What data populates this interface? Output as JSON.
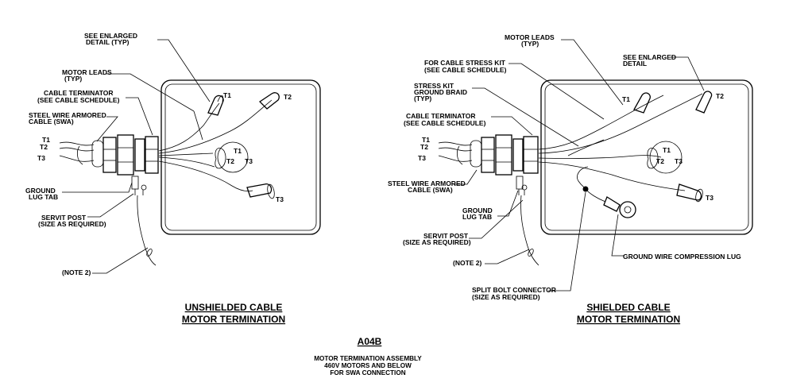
{
  "left": {
    "title_line1": "UNSHIELDED CABLE",
    "title_line2": "MOTOR TERMINATION",
    "labels": {
      "see_enlarged_1": "SEE ENLARGED",
      "see_enlarged_2": "DETAIL (TYP)",
      "motor_leads_1": "MOTOR LEADS",
      "motor_leads_2": "(TYP)",
      "cable_terminator_1": "CABLE TERMINATOR",
      "cable_terminator_2": "(SEE CABLE SCHEDULE)",
      "swa_1": "STEEL WIRE ARMORED",
      "swa_2": "CABLE (SWA)",
      "ground_lug_1": "GROUND",
      "ground_lug_2": "LUG TAB",
      "servit_1": "SERVIT POST",
      "servit_2": "(SIZE AS REQUIRED)",
      "note2": "(NOTE 2)"
    },
    "terminals": {
      "t1": "T1",
      "t2": "T2",
      "t3": "T3"
    }
  },
  "right": {
    "title_line1": "SHIELDED CABLE",
    "title_line2": "MOTOR TERMINATION",
    "labels": {
      "motor_leads_1": "MOTOR LEADS",
      "motor_leads_2": "(TYP)",
      "see_enlarged_1": "SEE ENLARGED",
      "see_enlarged_2": "DETAIL",
      "stress_kit_1": "FOR CABLE STRESS KIT",
      "stress_kit_2": "(SEE CABLE SCHEDULE)",
      "braid_1": "STRESS KIT",
      "braid_2": "GROUND BRAID",
      "braid_3": "(TYP)",
      "cable_terminator_1": "CABLE TERMINATOR",
      "cable_terminator_2": "(SEE CABLE SCHEDULE)",
      "swa_1": "STEEL WIRE ARMORED",
      "swa_2": "CABLE (SWA)",
      "ground_lug_1": "GROUND",
      "ground_lug_2": "LUG TAB",
      "servit_1": "SERVIT POST",
      "servit_2": "(SIZE AS REQUIRED)",
      "note2": "(NOTE 2)",
      "split_bolt_1": "SPLIT BOLT CONNECTOR",
      "split_bolt_2": "(SIZE AS REQUIRED)",
      "compression_lug": "GROUND WIRE COMPRESSION LUG"
    },
    "terminals": {
      "t1": "T1",
      "t2": "T2",
      "t3": "T3"
    }
  },
  "footer": {
    "code": "A04B",
    "desc_1": "MOTOR TERMINATION ASSEMBLY",
    "desc_2": "460V MOTORS AND BELOW",
    "desc_3": "FOR SWA CONNECTION"
  }
}
